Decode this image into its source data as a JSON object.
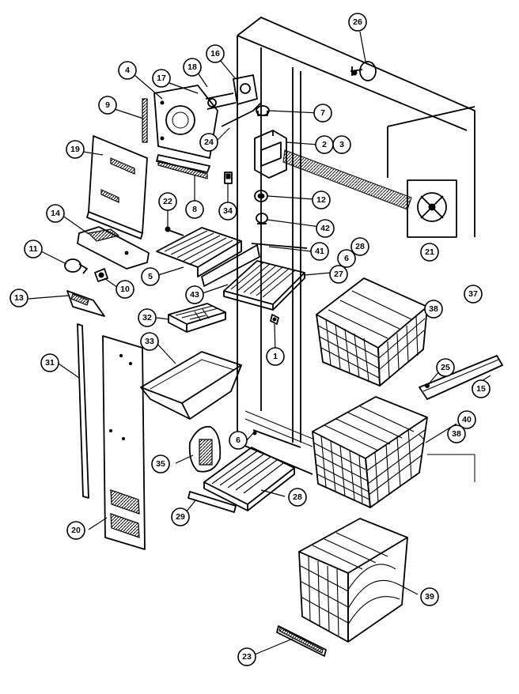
{
  "diagram": {
    "callouts": {
      "c26": "26",
      "c16": "16",
      "c18": "18",
      "c4": "4",
      "c17": "17",
      "c9": "9",
      "c7": "7",
      "c2": "2",
      "c3": "3",
      "c24": "24",
      "c19": "19",
      "c8": "8",
      "c34": "34",
      "c12": "12",
      "c22": "22",
      "c14": "14",
      "c42": "42",
      "c21": "21",
      "c11": "11",
      "c41": "41",
      "c28a": "28",
      "c6a": "6",
      "c5": "5",
      "c10": "10",
      "c27": "27",
      "c43": "43",
      "c13": "13",
      "c37": "37",
      "c38a": "38",
      "c32": "32",
      "c33": "33",
      "c1": "1",
      "c31": "31",
      "c25": "25",
      "c15": "15",
      "c40": "40",
      "c6b": "6",
      "c38b": "38",
      "c35": "35",
      "c28b": "28",
      "c29": "29",
      "c20": "20",
      "c39": "39",
      "c23": "23"
    }
  }
}
